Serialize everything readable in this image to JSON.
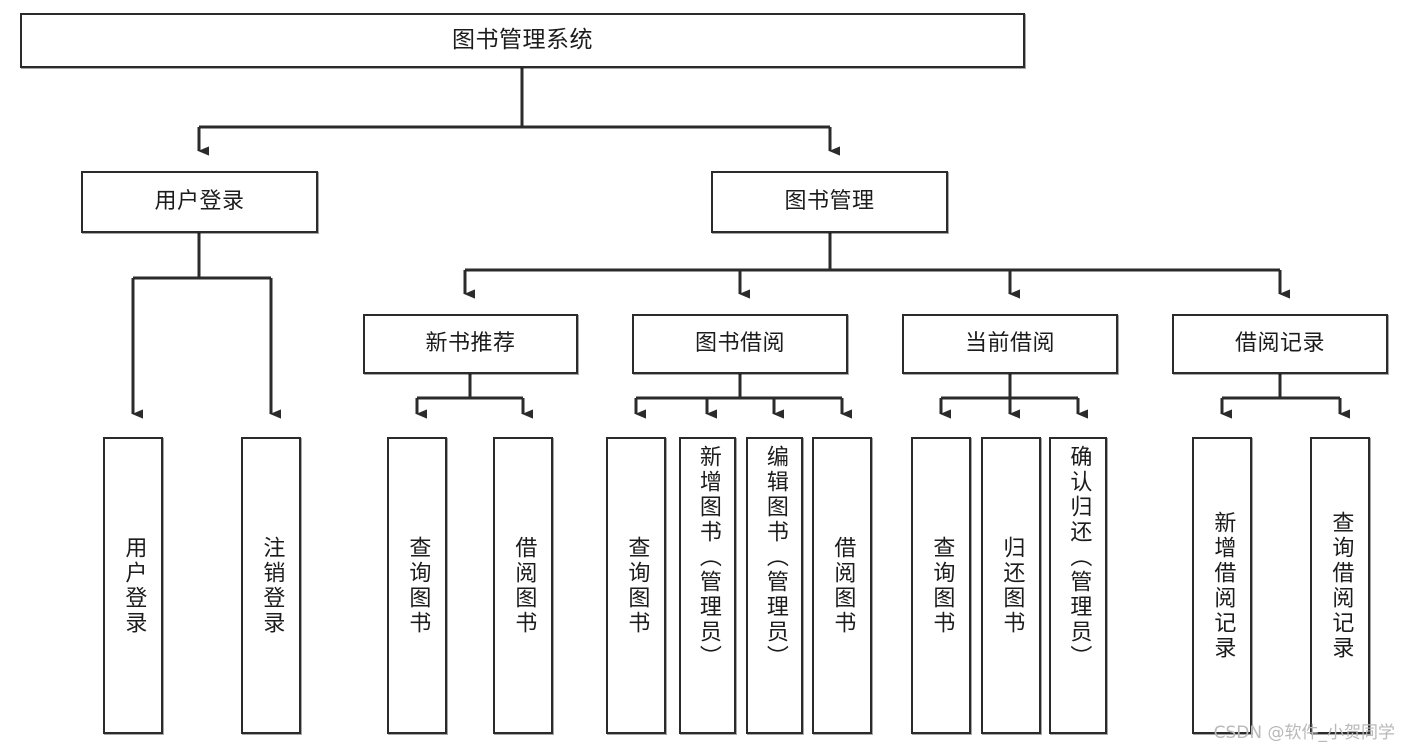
{
  "diagram": {
    "title": "图书管理系统",
    "type": "tree-hierarchy",
    "orientation": "top-down",
    "colors": {
      "background": "#ffffff",
      "box_border": "#2b2b2b",
      "box_fill": "#ffffff",
      "connector": "#2b2b2b",
      "text": "#1c1c1c",
      "watermark": "#b9b9b9"
    },
    "root": {
      "id": "root",
      "label": "图书管理系统"
    },
    "level1": [
      {
        "id": "user-login",
        "label": "用户登录"
      },
      {
        "id": "book-manage",
        "label": "图书管理"
      }
    ],
    "level2": [
      {
        "id": "new-book-recommend",
        "label": "新书推荐",
        "parent": "book-manage"
      },
      {
        "id": "book-borrow",
        "label": "图书借阅",
        "parent": "book-manage"
      },
      {
        "id": "current-borrow",
        "label": "当前借阅",
        "parent": "book-manage"
      },
      {
        "id": "borrow-record",
        "label": "借阅记录",
        "parent": "book-manage"
      }
    ],
    "leaves": [
      {
        "id": "leaf-user-login",
        "label": "用户登录",
        "parent": "user-login"
      },
      {
        "id": "leaf-logout",
        "label": "注销登录",
        "parent": "user-login"
      },
      {
        "id": "leaf-query-book-1",
        "label": "查询图书",
        "parent": "new-book-recommend"
      },
      {
        "id": "leaf-borrow-book-1",
        "label": "借阅图书",
        "parent": "new-book-recommend"
      },
      {
        "id": "leaf-query-book-2",
        "label": "查询图书",
        "parent": "book-borrow"
      },
      {
        "id": "leaf-add-book",
        "label": "新增图书（管理员）",
        "parent": "book-borrow"
      },
      {
        "id": "leaf-edit-book",
        "label": "编辑图书（管理员）",
        "parent": "book-borrow"
      },
      {
        "id": "leaf-borrow-book-2",
        "label": "借阅图书",
        "parent": "book-borrow"
      },
      {
        "id": "leaf-query-book-3",
        "label": "查询图书",
        "parent": "current-borrow"
      },
      {
        "id": "leaf-return-book",
        "label": "归还图书",
        "parent": "current-borrow"
      },
      {
        "id": "leaf-confirm-return",
        "label": "确认归还（管理员）",
        "parent": "current-borrow"
      },
      {
        "id": "leaf-add-record",
        "label": "新增借阅记录",
        "parent": "borrow-record"
      },
      {
        "id": "leaf-query-record",
        "label": "查询借阅记录",
        "parent": "borrow-record"
      }
    ],
    "watermark": "CSDN @软件_小贺同学"
  }
}
